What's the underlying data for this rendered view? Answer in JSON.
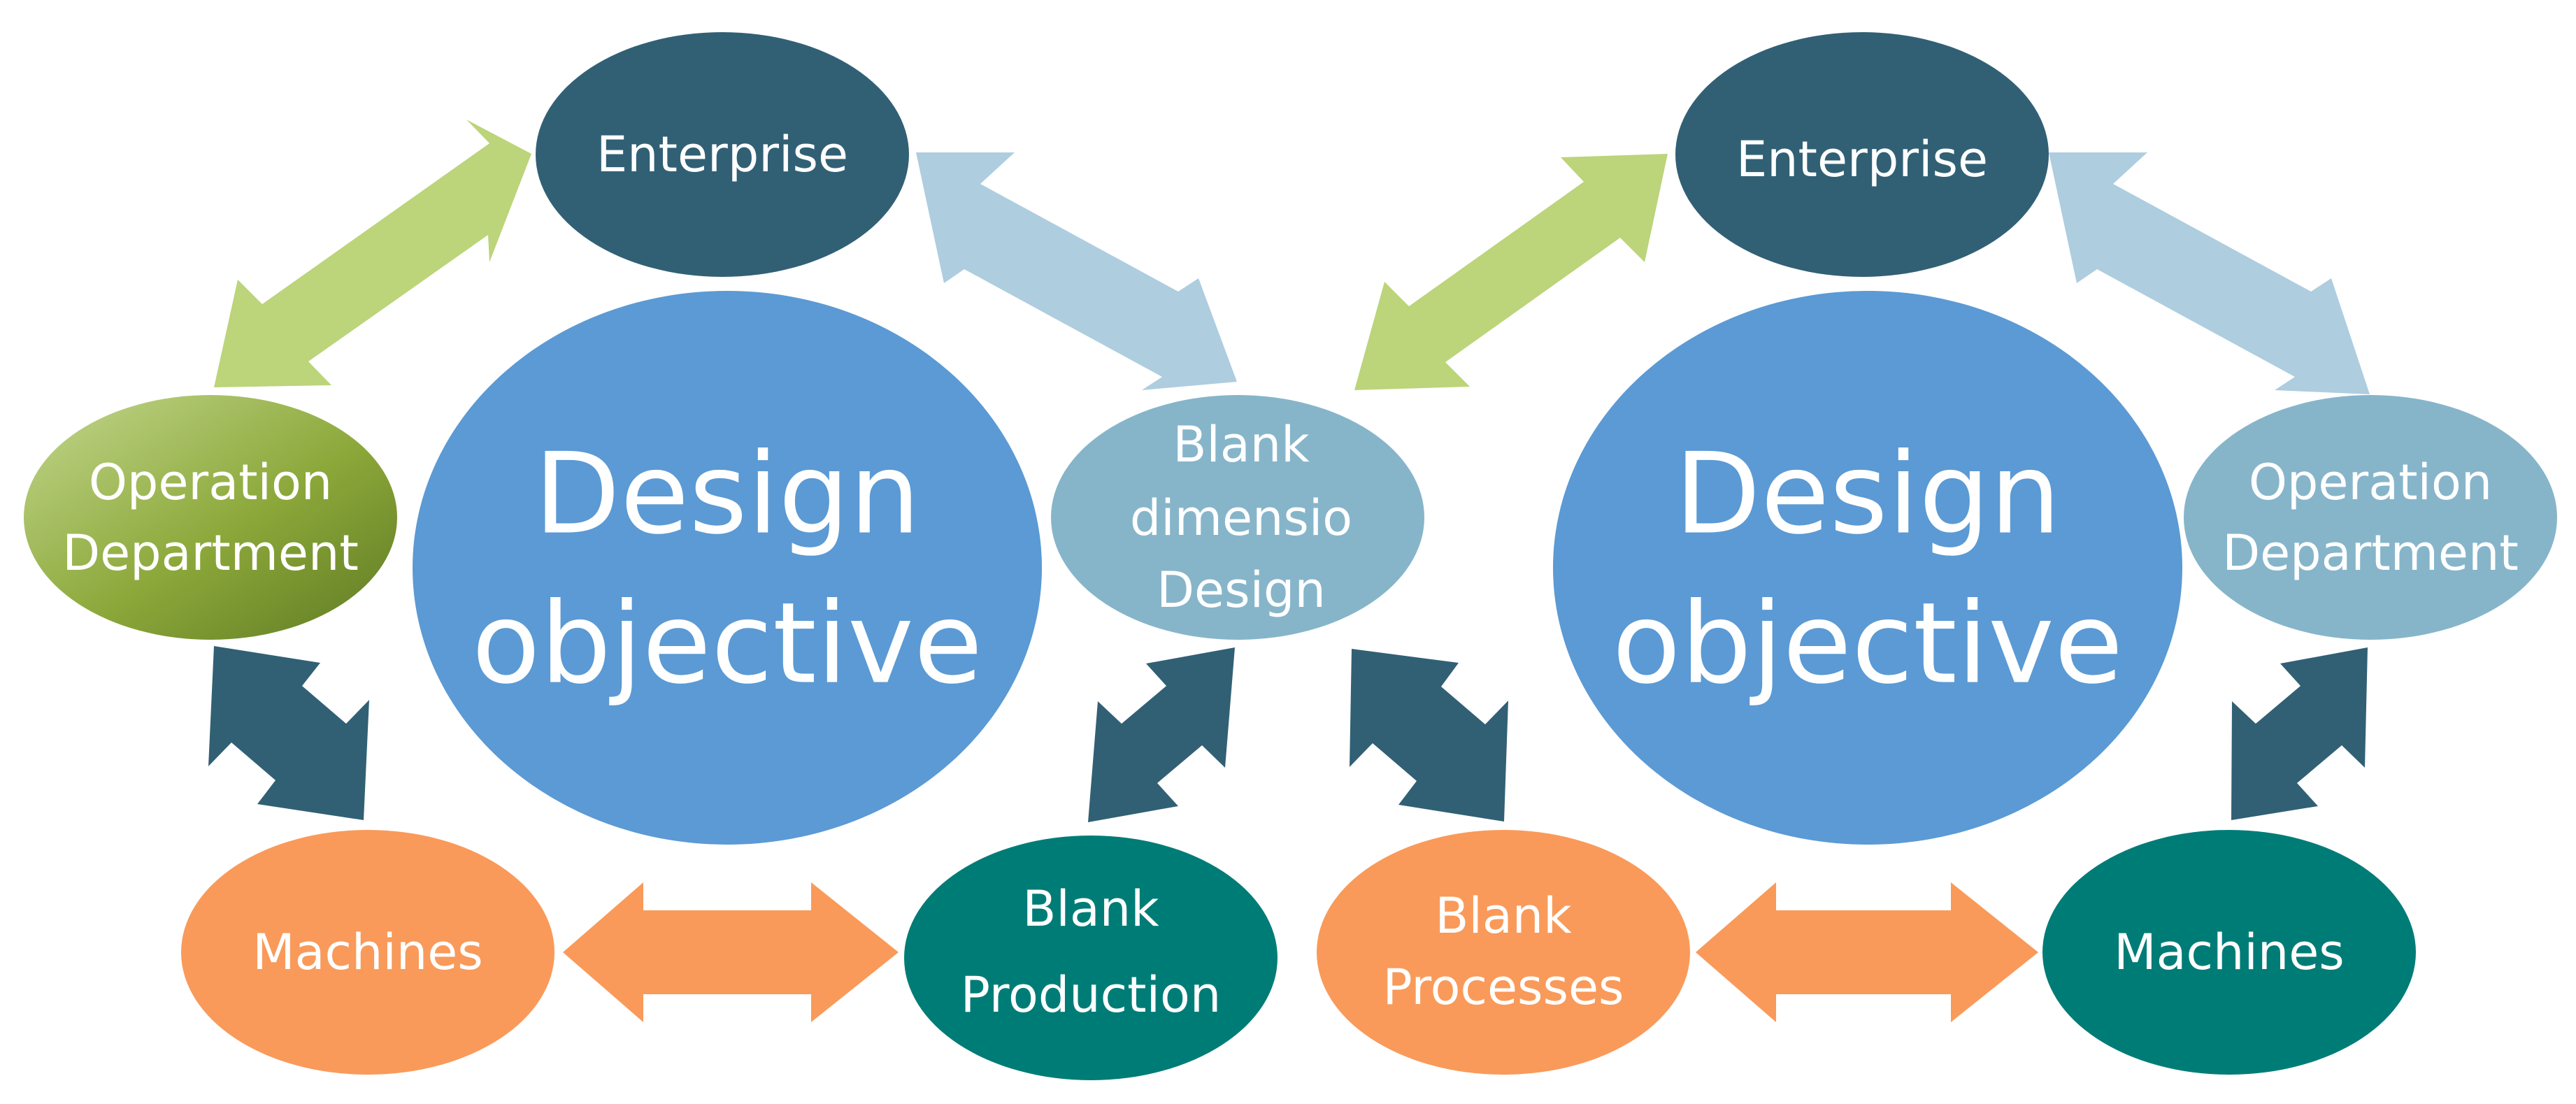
{
  "left": {
    "enterprise": "Enterprise",
    "design_objective": [
      "Design",
      "objective"
    ],
    "operation_department": [
      "Operation",
      "Department"
    ],
    "blank_dimension_design": [
      "Blank",
      "dimensio",
      "Design"
    ],
    "machines": "Machines",
    "blank_production": [
      "Blank",
      "Production"
    ]
  },
  "right": {
    "enterprise": "Enterprise",
    "design_objective": [
      "Design",
      "objective"
    ],
    "operation_department": [
      "Operation",
      "Department"
    ],
    "blank_processes": [
      "Blank",
      "Processes"
    ],
    "machines": "Machines"
  },
  "colors": {
    "enterprise": "#316075",
    "design_objective": "#5b9ad4",
    "operation_department_left_start": "#c3d78e",
    "operation_department_left_end": "#5f7a22",
    "light_blue_node": "#86b5ca",
    "orange": "#f99a5a",
    "teal": "#007c77",
    "green_arrow": "#bcd47a",
    "light_blue_arrow": "#aecddf",
    "dark_arrow": "#316075",
    "orange_arrow": "#f99a5a"
  }
}
